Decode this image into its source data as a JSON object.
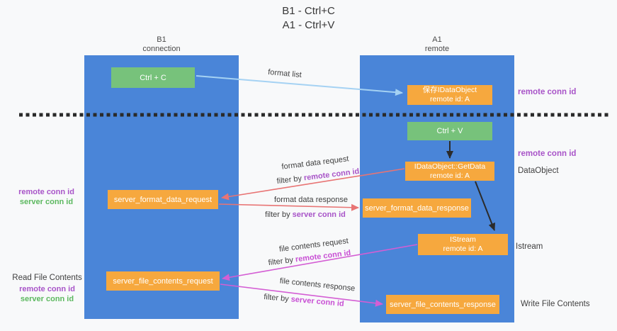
{
  "title": {
    "line1": "B1 - Ctrl+C",
    "line2": "A1 - Ctrl+V"
  },
  "lifelines": {
    "left": {
      "title": "B1",
      "subtitle": "connection"
    },
    "right": {
      "title": "A1",
      "subtitle": "remote"
    }
  },
  "boxes": {
    "ctrl_c": {
      "label": "Ctrl + C"
    },
    "save_dataobject": {
      "line1": "保存IDataObject",
      "line2": "remote id: A"
    },
    "ctrl_v": {
      "label": "Ctrl + V"
    },
    "getdata": {
      "line1": "IDataObject::GetData",
      "line2": "remote id: A"
    },
    "format_request": {
      "label": "server_format_data_request"
    },
    "format_response": {
      "label": "server_format_data_response"
    },
    "istream": {
      "line1": "IStream",
      "line2": "remote id: A"
    },
    "file_request": {
      "label": "server_file_contents_request"
    },
    "file_response": {
      "label": "server_file_contents_response"
    }
  },
  "messages": {
    "format_list": {
      "label": "format list"
    },
    "format_data_request": {
      "label": "format data request",
      "filter_prefix": "filter by ",
      "filter_key": "remote conn id"
    },
    "format_data_response": {
      "label": "format data response",
      "filter_prefix": "filter by ",
      "filter_key": "server conn id"
    },
    "file_contents_request": {
      "label": "file contents request",
      "filter_prefix": "filter by ",
      "filter_key": "remote conn id"
    },
    "file_contents_response": {
      "label": "file contents response",
      "filter_prefix": "filter by ",
      "filter_key": "server conn id"
    }
  },
  "annotations": {
    "left_format": {
      "remote": "remote conn id",
      "server": "server conn id"
    },
    "left_file": {
      "title": "Read File Contents",
      "remote": "remote conn id",
      "server": "server conn id"
    },
    "right": {
      "remote_1": "remote conn id",
      "remote_2": "remote conn id",
      "dataobject": "DataObject",
      "istream": "Istream",
      "write": "Write File Contents"
    }
  },
  "colors": {
    "lifeline_blue": "#4a85d8",
    "box_orange": "#f6a83e",
    "box_green": "#77c27b",
    "arrow_lightblue": "#a5d2f3",
    "arrow_red": "#e87474",
    "arrow_magenta": "#d45ed4",
    "arrow_black": "#2b2b2b",
    "text_purple": "#a854c8",
    "text_magenta": "#c84fd4",
    "text_green": "#5cb85f"
  }
}
